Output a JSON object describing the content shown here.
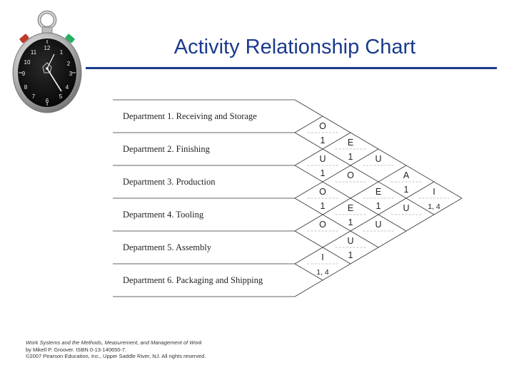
{
  "title": "Activity Relationship Chart",
  "icons": {
    "stopwatch": "stopwatch-icon"
  },
  "colors": {
    "title": "#1a3a8c",
    "rule": "#1a3a8c",
    "diagram_line": "#333333"
  },
  "departments": [
    {
      "prefix": "Department ",
      "number": "1.",
      "name": " Receiving and Storage"
    },
    {
      "prefix": "Department ",
      "number": "2.",
      "name": " Finishing"
    },
    {
      "prefix": "Department ",
      "number": "3.",
      "name": " Production"
    },
    {
      "prefix": "Department ",
      "number": "4.",
      "name": " Tooling"
    },
    {
      "prefix": "Department ",
      "number": "5.",
      "name": " Assembly"
    },
    {
      "prefix": "Department ",
      "number": "6.",
      "name": " Packaging and Shipping"
    }
  ],
  "relationships": [
    {
      "pair": [
        1,
        2
      ],
      "rating": "O",
      "reason": "1"
    },
    {
      "pair": [
        1,
        3
      ],
      "rating": "E",
      "reason": "1"
    },
    {
      "pair": [
        1,
        4
      ],
      "rating": "U",
      "reason": ""
    },
    {
      "pair": [
        1,
        5
      ],
      "rating": "A",
      "reason": "1"
    },
    {
      "pair": [
        1,
        6
      ],
      "rating": "I",
      "reason": "1, 4"
    },
    {
      "pair": [
        2,
        3
      ],
      "rating": "U",
      "reason": "1"
    },
    {
      "pair": [
        2,
        4
      ],
      "rating": "O",
      "reason": ""
    },
    {
      "pair": [
        2,
        5
      ],
      "rating": "E",
      "reason": "1"
    },
    {
      "pair": [
        2,
        6
      ],
      "rating": "U",
      "reason": ""
    },
    {
      "pair": [
        3,
        4
      ],
      "rating": "O",
      "reason": "1"
    },
    {
      "pair": [
        3,
        5
      ],
      "rating": "E",
      "reason": "1"
    },
    {
      "pair": [
        3,
        6
      ],
      "rating": "U",
      "reason": ""
    },
    {
      "pair": [
        4,
        5
      ],
      "rating": "O",
      "reason": ""
    },
    {
      "pair": [
        4,
        6
      ],
      "rating": "U",
      "reason": "1"
    },
    {
      "pair": [
        5,
        6
      ],
      "rating": "I",
      "reason": "1, 4"
    }
  ],
  "citation": {
    "line1": "Work Systems and the Methods, Measurement, and Management of Work",
    "line2": "by Mikell P. Groover. ISBN 0-13-140650-7.",
    "line3": "©2007 Pearson Education, Inc., Upper Saddle River, NJ.  All rights reserved."
  }
}
